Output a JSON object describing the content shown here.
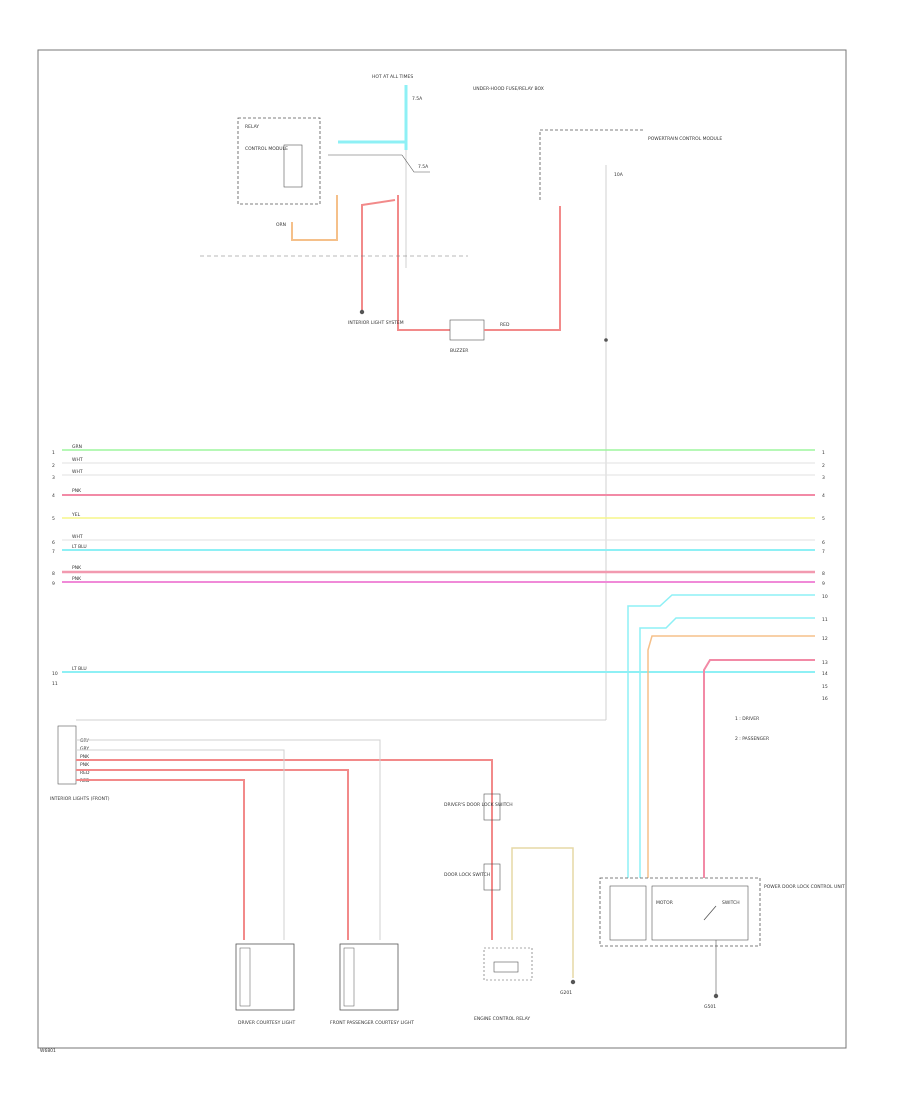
{
  "diagram": {
    "footer_id": "W6801",
    "labels": {
      "top_fuse": "HOT AT ALL TIMES",
      "top_fuse_sub": "7.5A",
      "junction_block": "UNDER-HOOD FUSE/RELAY BOX",
      "relay_name": "RELAY",
      "relay_sub": "CONTROL MODULE",
      "pcm_header": "POWERTRAIN CONTROL MODULE",
      "pcm_fuse": "10A",
      "ground_left": "INTERIOR LIGHT SYSTEM",
      "buzzer": "BUZZER",
      "left_connector": "INTERIOR LIGHTS (FRONT)",
      "left_lamp": "DRIVER COURTESY LIGHT",
      "mid_lamp": "FRONT PASSENGER COURTESY LIGHT",
      "switch_top": "DRIVER'S DOOR LOCK SWITCH",
      "switch_mid": "DOOR LOCK SWITCH",
      "center_relay": "ENGINE CONTROL RELAY",
      "ground_center": "G201",
      "module_right": "POWER DOOR LOCK CONTROL UNIT",
      "module_box_a": "MOTOR",
      "module_box_b": "SWITCH",
      "ground_right": "G501",
      "legend_1": "1 : DRIVER",
      "legend_2": "2 : PASSENGER"
    },
    "bus_left_numbers": [
      "1",
      "2",
      "3",
      "4",
      "5",
      "6",
      "7",
      "8",
      "9",
      "10",
      "11"
    ],
    "bus_right_numbers": [
      "1",
      "2",
      "3",
      "4",
      "5",
      "6",
      "7",
      "8",
      "9",
      "10",
      "11",
      "12",
      "13",
      "14",
      "15",
      "16"
    ],
    "wires": [
      {
        "label": "GRN",
        "color": "#9ef59e"
      },
      {
        "label": "WHT",
        "color": "#e8e8e8"
      },
      {
        "label": "WHT",
        "color": "#e8e8e8"
      },
      {
        "label": "PNK",
        "color": "#f28aa6"
      },
      {
        "label": "YEL",
        "color": "#f5f58a"
      },
      {
        "label": "WHT",
        "color": "#e6e6e6"
      },
      {
        "label": "LT BLU",
        "color": "#8ef0f5"
      },
      {
        "label": "PNK",
        "color": "#f29ab0"
      },
      {
        "label": "PNK",
        "color": "#f08ad8"
      },
      {
        "label": "LT BLU",
        "color": "#8ef0f5"
      }
    ],
    "connector_rows": [
      "GRY",
      "GRY",
      "PNK",
      "PNK",
      "RED",
      "RED"
    ],
    "colors": {
      "red": "#f28a8a",
      "pink": "#f4a6b8",
      "cyan": "#8ef0f5",
      "orange": "#f5c08a",
      "gray": "#d0d0d0",
      "tan": "#e6d8a6",
      "dark": "#555555"
    }
  }
}
